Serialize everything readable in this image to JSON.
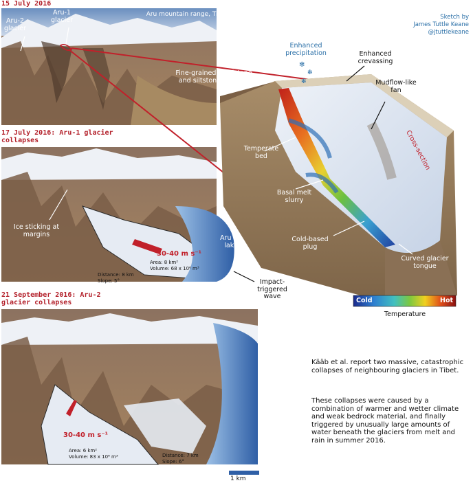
{
  "panels": [
    {
      "title": "15 July 2016",
      "range_label": "Aru mountain range, Tibet",
      "aru2_label": "Aru-2 glacier",
      "aru1_label": "Aru-1 glacier"
    },
    {
      "title": "17 July 2016: Aru-1 glacier collapses",
      "ice_label": "Ice sticking at margins",
      "lake_label": "Aru Co lake",
      "speed": "30-40 m s⁻¹",
      "area": "Area: 8 km²",
      "volume": "Volume: 68 x 10⁶ m³",
      "distance": "Distance: 8 km",
      "slope": "Slope: 5°"
    },
    {
      "title": "21 September 2016: Aru-2 glacier collapses",
      "speed": "30-40 m s⁻¹",
      "area": "Area: 6 km²",
      "volume": "Volume: 83 x 10⁶ m³",
      "distance": "Distance: 7 km",
      "slope": "Slope: 6°"
    }
  ],
  "credit": {
    "line1": "Sketch by",
    "line2": "James Tuttle Keane",
    "line3": "@jtuttlekeane"
  },
  "block": {
    "precip": "Enhanced precipitation",
    "crevassing": "Enhanced crevassing",
    "bedrock": "Fine-grained sandstone and siltstone bedrock",
    "mudflow": "Mudflow-like fan",
    "cross_section": "Cross-section",
    "temperate_bed": "Temperate bed",
    "basal_melt": "Basal melt slurry",
    "cold_plug": "Cold-based plug",
    "tongue": "Curved glacier tongue",
    "impact_wave": "Impact-triggered wave"
  },
  "legend": {
    "cold": "Cold",
    "hot": "Hot",
    "title": "Temperature"
  },
  "summary": {
    "p1": "Kääb et al. report two massive, catastrophic collapses of neighbouring glaciers in Tibet.",
    "p2": "These collapses were caused by a combination of warmer and wetter climate and weak bedrock material, and finally triggered by unusually large amounts of water beneath the glaciers from melt and rain in summer 2016."
  },
  "scale": {
    "label": "1 km"
  },
  "colors": {
    "accent_red": "#c1202a",
    "lake_blue": "#2f6db3",
    "credit_blue": "#2a6fa7",
    "legend_cold": "#1a2a8c",
    "legend_hot": "#8a1010"
  }
}
